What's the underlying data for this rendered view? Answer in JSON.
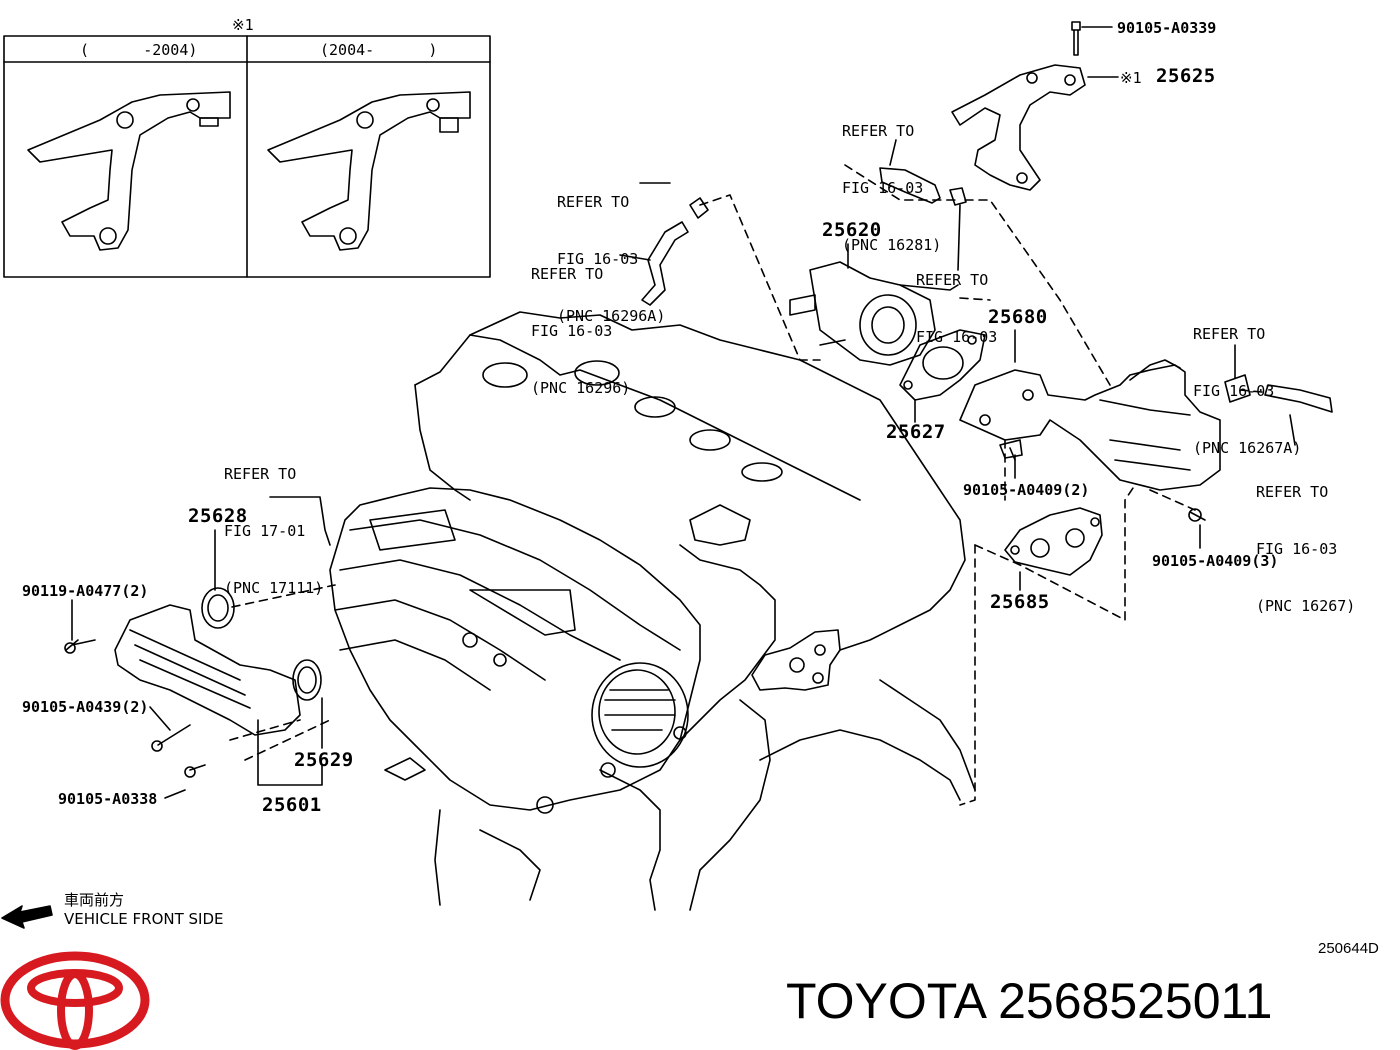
{
  "inset": {
    "note_mark": "※1",
    "left_header": "(      -2004)",
    "right_header": "(2004-      )"
  },
  "parts": {
    "p25625": "25625",
    "p25625_mark": "※1",
    "p25620": "25620",
    "p25680": "25680",
    "p25627": "25627",
    "p25685": "25685",
    "p25628": "25628",
    "p25629": "25629",
    "p25601": "25601"
  },
  "bolts": {
    "a0339": "90105-A0339",
    "a0409_2": "90105-A0409(2)",
    "a0409_3": "90105-A0409(3)",
    "a0477": "90119-A0477(2)",
    "a0439": "90105-A0439(2)",
    "a0338": "90105-A0338"
  },
  "refs": {
    "r16281": {
      "l1": "REFER TO",
      "l2": "FIG 16-03",
      "l3": "(PNC 16281)"
    },
    "r16296a": {
      "l1": "REFER TO",
      "l2": "FIG 16-03",
      "l3": "(PNC 16296A)"
    },
    "r16296": {
      "l1": "REFER TO",
      "l2": "FIG 16-03",
      "l3": "(PNC 16296)"
    },
    "r1603": {
      "l1": "REFER TO",
      "l2": "FIG 16-03"
    },
    "r16267a": {
      "l1": "REFER TO",
      "l2": "FIG 16-03",
      "l3": "(PNC 16267A)"
    },
    "r16267": {
      "l1": "REFER TO",
      "l2": "FIG 16-03",
      "l3": "(PNC 16267)"
    },
    "r17111": {
      "l1": "REFER TO",
      "l2": "FIG 17-01",
      "l3": "(PNC 17111)"
    }
  },
  "front": {
    "jp": "車両前方",
    "en": "VEHICLE FRONT SIDE"
  },
  "diagram_code": "250644D",
  "brand_text": "TOYOTA 2568525011",
  "colors": {
    "logo": "#d71920",
    "line": "#000000"
  }
}
